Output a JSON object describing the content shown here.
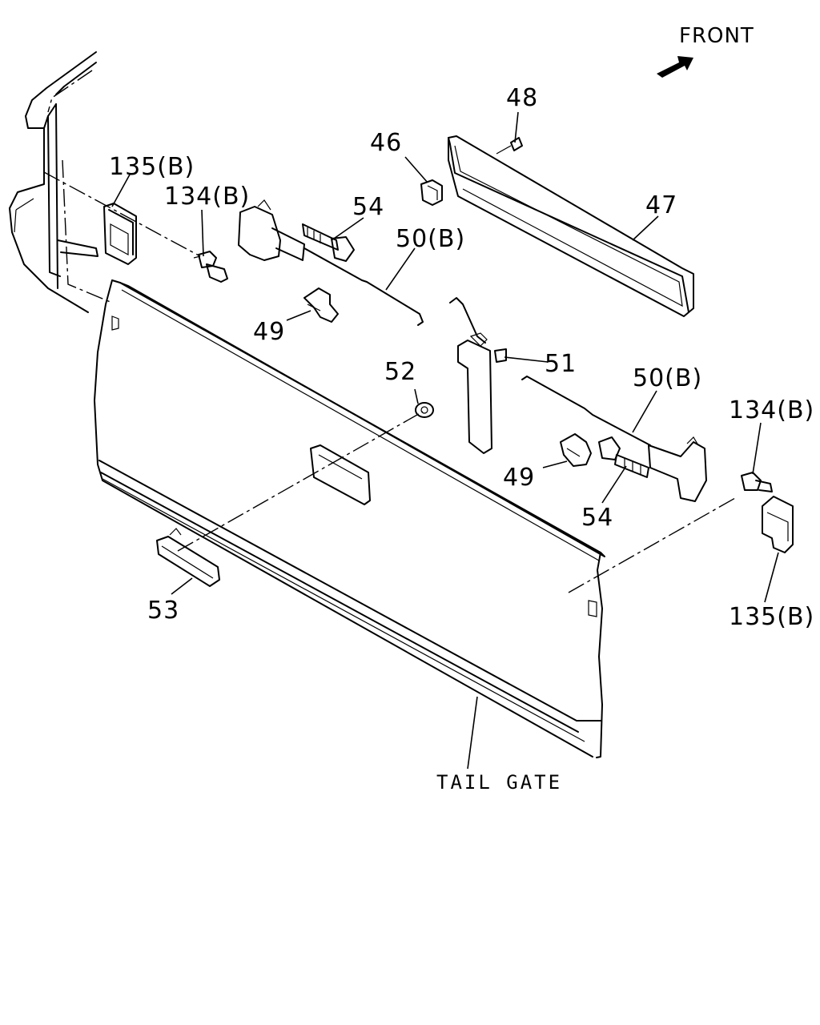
{
  "orientation": {
    "label": "FRONT",
    "icon": "front-arrow-icon"
  },
  "assembly": {
    "label": "TAIL GATE"
  },
  "callouts": {
    "c46": "46",
    "c47": "47",
    "c48": "48",
    "c49a": "49",
    "c49b": "49",
    "c50a": "50(B)",
    "c50b": "50(B)",
    "c51": "51",
    "c52": "52",
    "c53": "53",
    "c54a": "54",
    "c54b": "54",
    "c134a": "134(B)",
    "c134b": "134(B)",
    "c135a": "135(B)",
    "c135b": "135(B)"
  },
  "colors": {
    "line": "#000000",
    "background": "#ffffff"
  }
}
